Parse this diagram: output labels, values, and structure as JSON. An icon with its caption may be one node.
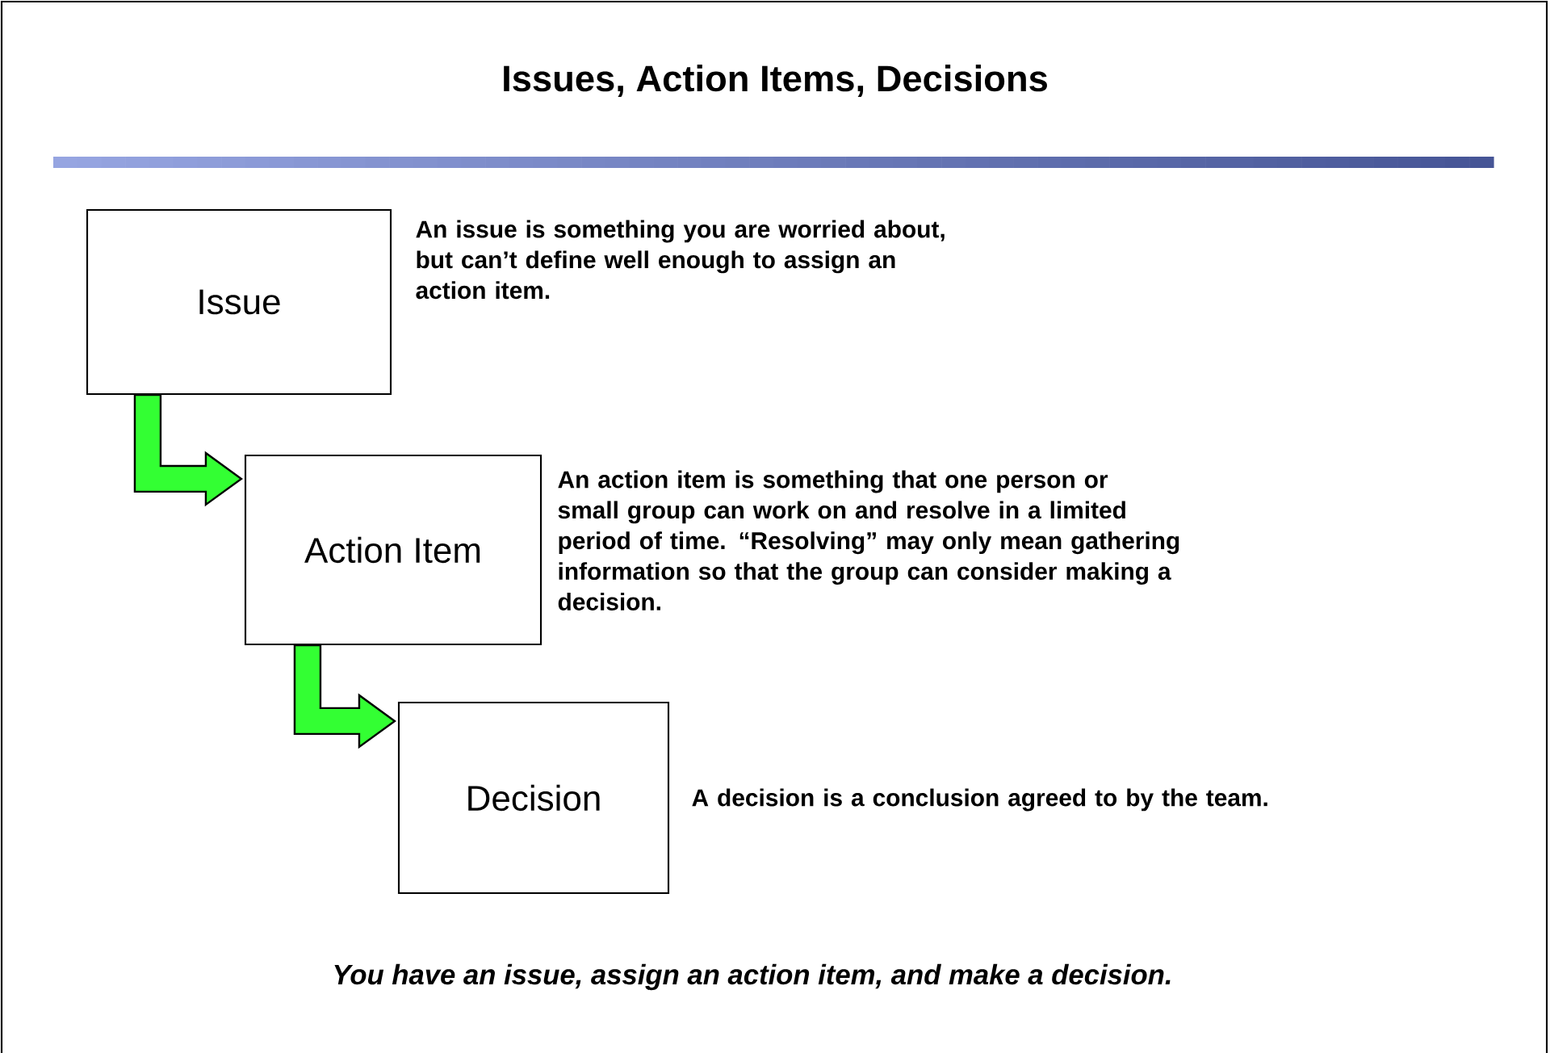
{
  "diagram": {
    "title": "Issues, Action Items, Decisions",
    "caption": "You have an issue, assign an action item, and make a decision.",
    "nodes": [
      {
        "text": [
          "Issue"
        ],
        "beside": [
          "An issue is something you are worried about, but can’t define well enough to assign an action item."
        ]
      },
      {
        "text": [
          "Action Item"
        ],
        "beside": [
          "An action item is something that one person or small group can work on and resolve in a limited period of time.  “Resolving” may only mean gathering information so that the group can consider making a decision."
        ]
      },
      {
        "text": [
          "Decision"
        ],
        "beside": [
          "A decision is a conclusion agreed to by the team."
        ]
      }
    ],
    "edges": [
      {
        "from": 0,
        "to": 1,
        "arrow": "to",
        "style": "thick",
        "color": "#33ff33"
      },
      {
        "from": 1,
        "to": 2,
        "arrow": "to",
        "style": "thick",
        "color": "#33ff33"
      }
    ]
  }
}
